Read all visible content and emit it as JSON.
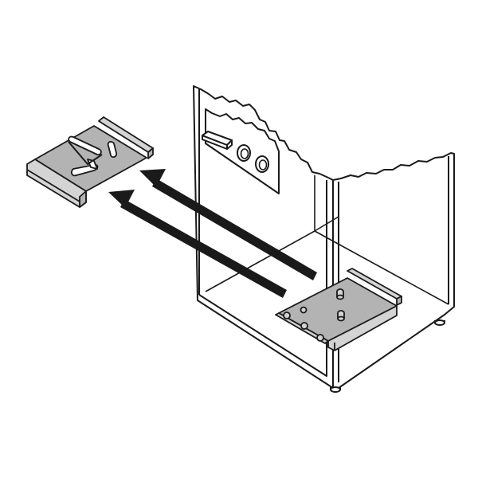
{
  "diagram": {
    "parts": [
      "cabinet",
      "control-panel",
      "toggle-switch",
      "knob",
      "knob",
      "mounting-bracket",
      "removed-bracket",
      "direction-arrow",
      "direction-arrow"
    ],
    "colors": {
      "line": "#1a1a1a",
      "metal_fill": "#b3b3b3",
      "metal_light": "#d4d4d4",
      "background": "#ffffff"
    }
  }
}
